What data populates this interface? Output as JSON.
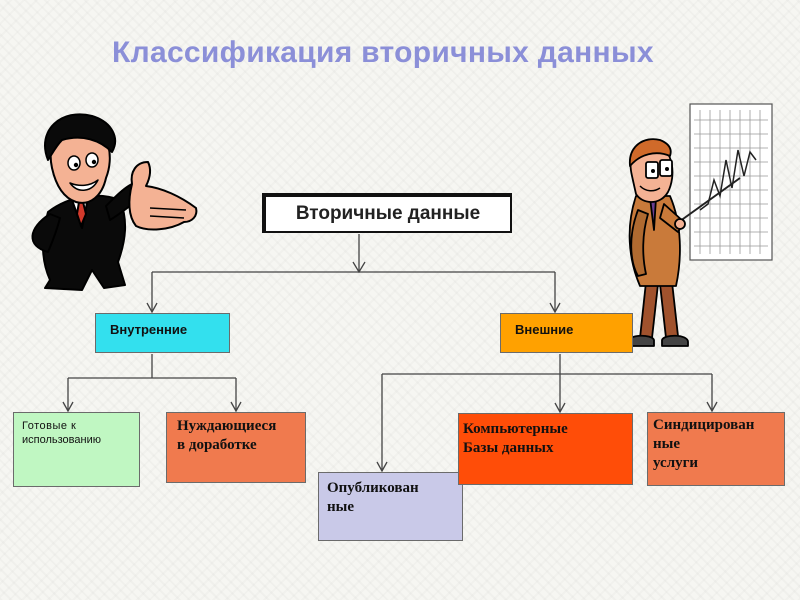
{
  "title": "Классификация вторичных данных",
  "root": {
    "label": "Вторичные данные"
  },
  "categories": {
    "internal": {
      "label": "Внутренние",
      "color": "#33e0ee",
      "children": {
        "ready": {
          "line1": "Готовые  к",
          "line2": "использованию",
          "color": "#c0f7c2"
        },
        "needs_work": {
          "line1": "Нуждающиеся",
          "line2": "в доработке",
          "color": "#f07a4e"
        }
      }
    },
    "external": {
      "label": "Внешние",
      "color": "#ffa100",
      "children": {
        "published": {
          "line1": "Опубликован",
          "line2": "ные",
          "color": "#c9c9e8"
        },
        "computer_db": {
          "line1": "Компьютерные",
          "line2": "Базы данных",
          "color": "#ff4d08"
        },
        "syndicated": {
          "line1": "Синдицирован",
          "line2": "ные",
          "line3": "услуги",
          "color": "#f07a4e"
        }
      }
    }
  },
  "colors": {
    "title": "#8b8fd8",
    "connector": "#444444"
  },
  "illustrations": [
    "presenter-man-icon",
    "professor-pointer-icon",
    "chart-board-icon"
  ]
}
